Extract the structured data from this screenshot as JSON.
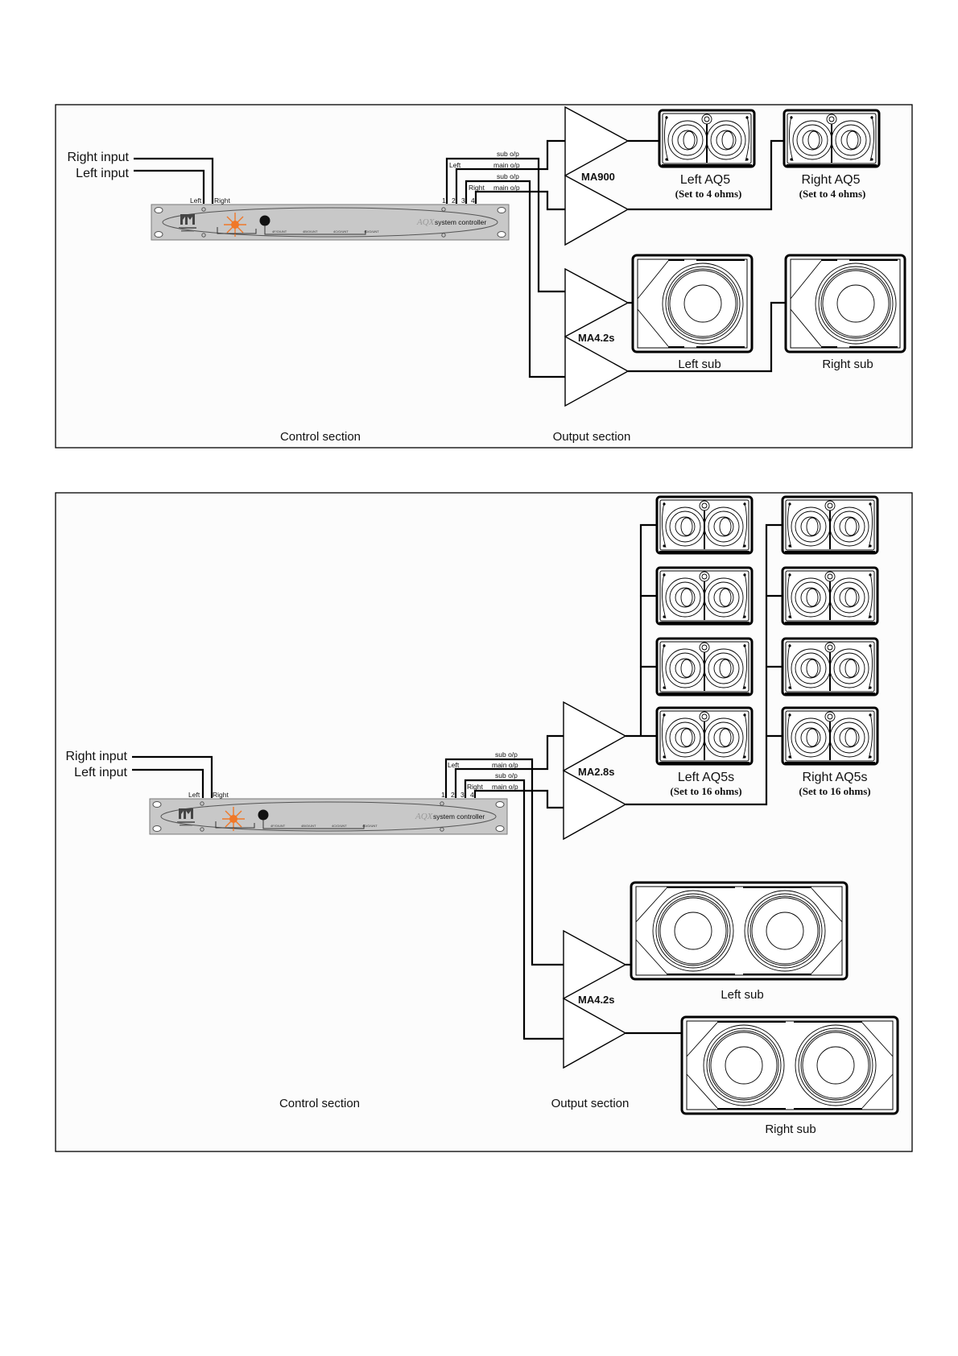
{
  "diagrams": [
    {
      "inputs": {
        "right": "Right input",
        "left": "Left input"
      },
      "controller": {
        "input_left": "Left",
        "input_right": "Right",
        "outputs": [
          "1",
          "2",
          "3",
          "4"
        ],
        "brand": "AQX",
        "model": "system controller",
        "jacks": [
          "4F/O/UNT",
          "4B/O/UNT",
          "4C/O/UNT",
          "4D/O/UNT"
        ]
      },
      "output_labels": {
        "left": "Left",
        "right": "Right",
        "sub1": "sub o/p",
        "main1": "main o/p",
        "sub2": "sub o/p",
        "main2": "main o/p"
      },
      "amps": [
        {
          "name": "MA900"
        },
        {
          "name": "MA4.2s"
        }
      ],
      "speakers": {
        "left_main": {
          "name": "Left AQ5",
          "note": "(Set to 4 ohms)"
        },
        "right_main": {
          "name": "Right AQ5",
          "note": "(Set to 4 ohms)"
        },
        "left_sub": {
          "name": "Left sub"
        },
        "right_sub": {
          "name": "Right sub"
        }
      },
      "sections": {
        "control": "Control section",
        "output": "Output section"
      }
    },
    {
      "inputs": {
        "right": "Right input",
        "left": "Left input"
      },
      "controller": {
        "input_left": "Left",
        "input_right": "Right",
        "outputs": [
          "1",
          "2",
          "3",
          "4"
        ],
        "brand": "AQX",
        "model": "system controller",
        "jacks": [
          "4F/O/UNT",
          "4B/O/UNT",
          "4C/O/UNT",
          "4D/O/UNT"
        ]
      },
      "output_labels": {
        "left": "Left",
        "right": "Right",
        "sub1": "sub o/p",
        "main1": "main o/p",
        "sub2": "sub o/p",
        "main2": "main o/p"
      },
      "amps": [
        {
          "name": "MA2.8s"
        },
        {
          "name": "MA4.2s"
        }
      ],
      "speakers": {
        "left_main": {
          "name": "Left AQ5s",
          "note": "(Set to 16 ohms)",
          "count": 4
        },
        "right_main": {
          "name": "Right AQ5s",
          "note": "(Set to 16 ohms)",
          "count": 4
        },
        "left_sub": {
          "name": "Left sub"
        },
        "right_sub": {
          "name": "Right sub"
        }
      },
      "sections": {
        "control": "Control section",
        "output": "Output section"
      }
    }
  ]
}
